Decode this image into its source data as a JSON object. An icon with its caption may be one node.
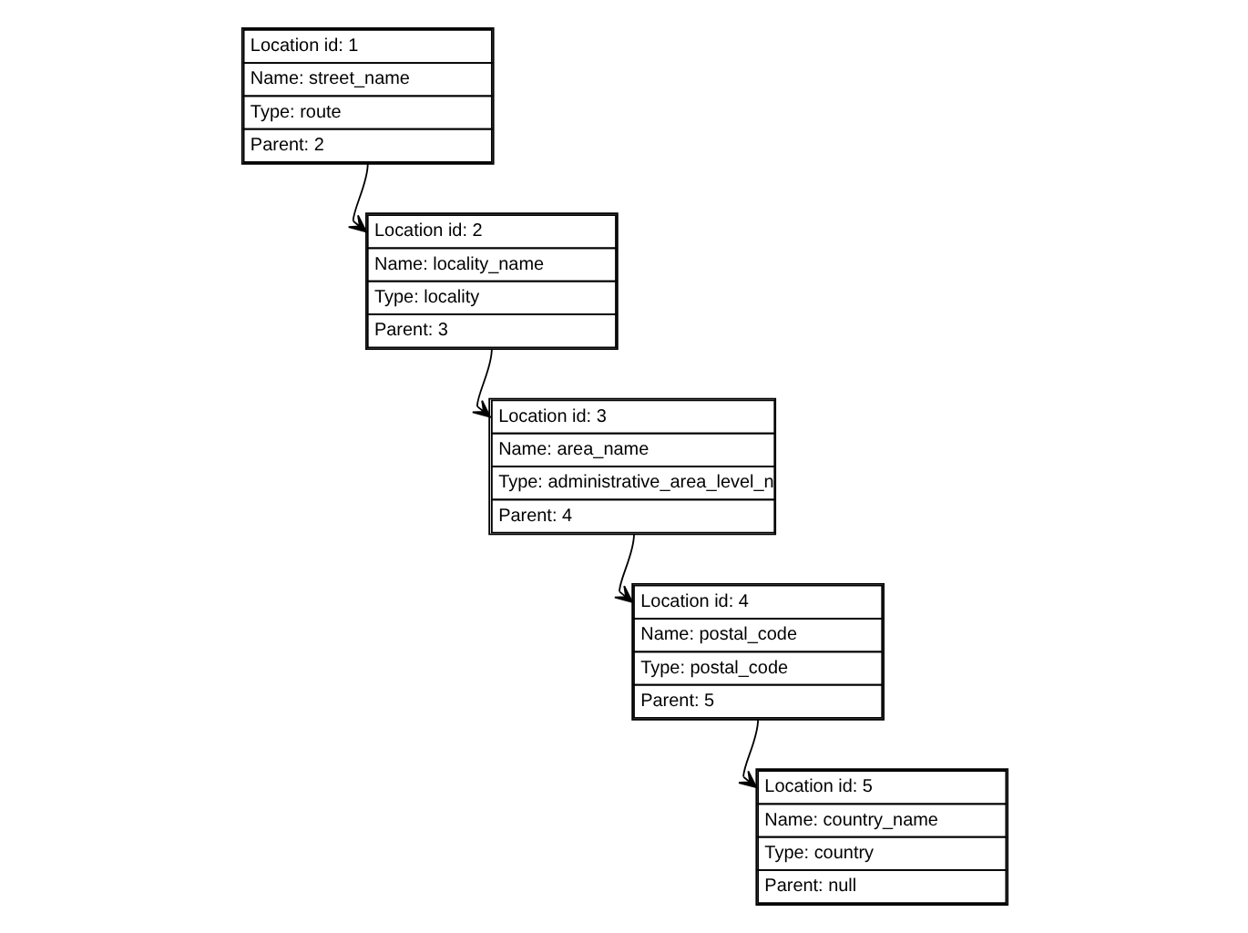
{
  "diagram": {
    "nodes": [
      {
        "text": [
          "Location id: 1",
          "Name: street_name",
          "Type: route",
          "Parent: 2"
        ]
      },
      {
        "text": [
          "Location id: 2",
          "Name: locality_name",
          "Type: locality",
          "Parent: 3"
        ]
      },
      {
        "text": [
          "Location id: 3",
          "Name: area_name",
          "Type: administrative_area_level_n",
          "Parent: 4"
        ]
      },
      {
        "text": [
          "Location id: 4",
          "Name: postal_code",
          "Type: postal_code",
          "Parent: 5"
        ]
      },
      {
        "text": [
          "Location id: 5",
          "Name: country_name",
          "Type: country",
          "Parent: null"
        ]
      }
    ],
    "edges": [
      {
        "from": 0,
        "to": 1,
        "arrow": "to"
      },
      {
        "from": 1,
        "to": 2,
        "arrow": "to"
      },
      {
        "from": 2,
        "to": 3,
        "arrow": "to"
      },
      {
        "from": 3,
        "to": 4,
        "arrow": "to"
      }
    ]
  }
}
